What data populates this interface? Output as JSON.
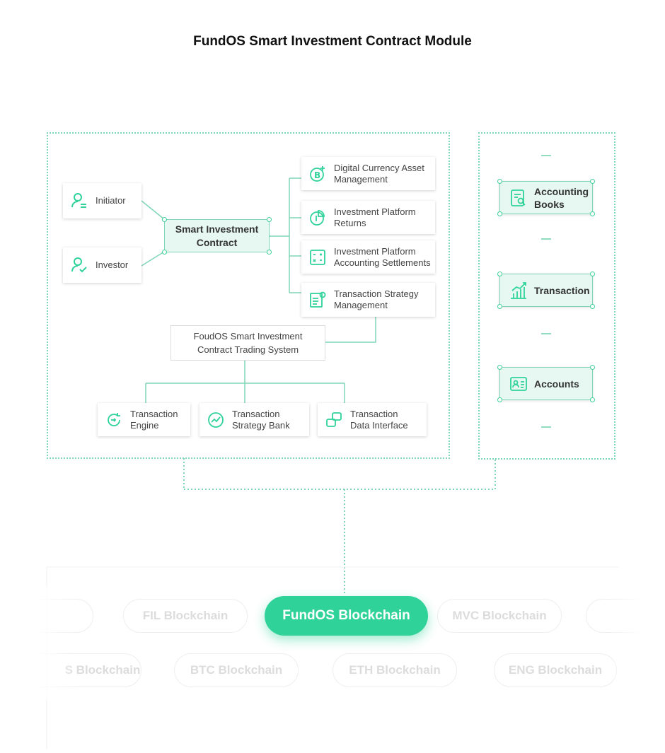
{
  "title": "FundOS Smart Investment Contract Module",
  "colors": {
    "accent": "#2fd39a",
    "line": "#7fd6b6",
    "light_fill": "#e6f8f1"
  },
  "actors": [
    {
      "label": "Initiator",
      "icon": "user-icon"
    },
    {
      "label": "Investor",
      "icon": "user-check-icon"
    }
  ],
  "center": {
    "label": "Smart Investment Contract"
  },
  "services": [
    {
      "label": "Digital Currency Asset Management",
      "icon": "bitcoin-plus-icon"
    },
    {
      "label": "Investment Platform Returns",
      "icon": "pie-chart-icon"
    },
    {
      "label": "Investment Platform Accounting Settlements",
      "icon": "calculator-icon"
    },
    {
      "label": "Transaction Strategy Management",
      "icon": "document-gear-icon"
    }
  ],
  "trading_system": {
    "label": "FoudOS Smart Investment Contract Trading System"
  },
  "components": [
    {
      "label": "Transaction Engine",
      "icon": "engine-icon"
    },
    {
      "label": "Transaction Strategy Bank",
      "icon": "chart-line-icon"
    },
    {
      "label": "Transaction Data Interface",
      "icon": "layers-icon"
    }
  ],
  "ledger": [
    {
      "label": "Accounting Books",
      "icon": "book-search-icon"
    },
    {
      "label": "Transaction",
      "icon": "bar-chart-icon"
    },
    {
      "label": "Accounts",
      "icon": "id-card-icon"
    }
  ],
  "blockchain": {
    "main": "FundOS Blockchain",
    "row1": [
      "FIL Blockchain",
      "MVC Blockchain"
    ],
    "row2": [
      "S Blockchain",
      "BTC Blockchain",
      "ETH Blockchain",
      "ENG Blockchain"
    ]
  }
}
